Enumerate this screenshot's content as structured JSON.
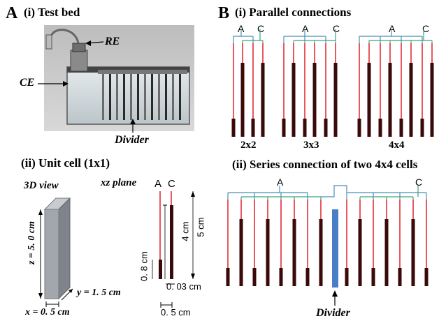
{
  "panel_a": {
    "letter": "A",
    "test_bed": {
      "title": "(i) Test bed",
      "re_label": "RE",
      "ce_label": "CE",
      "divider_label": "Divider"
    },
    "unit_cell": {
      "title": "(ii) Unit cell (1x1)",
      "view3d_label": "3D view",
      "xz_label": "xz plane",
      "z_label": "z = 5. 0 cm",
      "y_label": "y = 1. 5 cm",
      "x_label": "x = 0. 5 cm",
      "anode_label": "A",
      "cathode_label": "C",
      "dim_08": "0. 8 cm",
      "dim_4": "4 cm",
      "dim_5": "5 cm",
      "dim_003": "0. 03 cm",
      "dim_05": "0. 5 cm"
    }
  },
  "panel_b": {
    "letter": "B",
    "parallel": {
      "title": "(i) Parallel connections",
      "groups": [
        {
          "label": "2x2",
          "anode": "A",
          "cathode": "C"
        },
        {
          "label": "3x3",
          "anode": "A",
          "cathode": "C"
        },
        {
          "label": "4x4",
          "anode": "A",
          "cathode": "C"
        }
      ]
    },
    "series": {
      "title": "(ii) Series connection of two 4x4 cells",
      "anode": "A",
      "cathode": "C",
      "divider_label": "Divider"
    }
  },
  "colors": {
    "wire_anode": "#4a8fb5",
    "wire_cathode": "#3aa37c",
    "electrode_red": "#e0202a",
    "electrode_dark": "#3a0a0a",
    "divider_blue": "#4a7fc8",
    "block_gray": "#9a9fa5"
  }
}
